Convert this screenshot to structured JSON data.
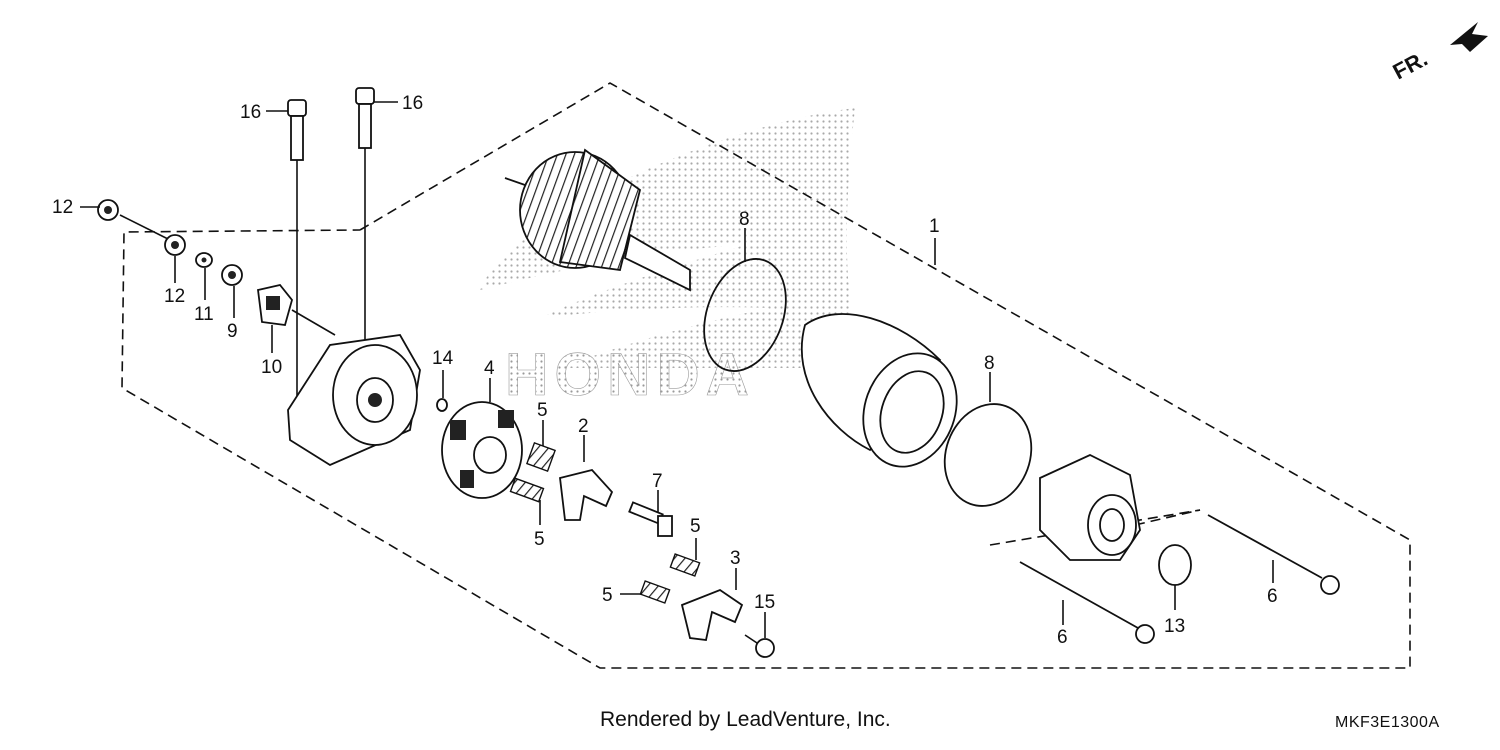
{
  "footer": {
    "credit": "Rendered by LeadVenture, Inc.",
    "code": "MKF3E1300A"
  },
  "direction": {
    "label": "FR."
  },
  "watermark": {
    "text": "HONDA"
  },
  "callouts": [
    {
      "id": "c1",
      "text": "1"
    },
    {
      "id": "c2",
      "text": "2"
    },
    {
      "id": "c3",
      "text": "3"
    },
    {
      "id": "c4",
      "text": "4"
    },
    {
      "id": "c5a",
      "text": "5"
    },
    {
      "id": "c5b",
      "text": "5"
    },
    {
      "id": "c5c",
      "text": "5"
    },
    {
      "id": "c5d",
      "text": "5"
    },
    {
      "id": "c6a",
      "text": "6"
    },
    {
      "id": "c6b",
      "text": "6"
    },
    {
      "id": "c7",
      "text": "7"
    },
    {
      "id": "c8a",
      "text": "8"
    },
    {
      "id": "c8b",
      "text": "8"
    },
    {
      "id": "c9",
      "text": "9"
    },
    {
      "id": "c10",
      "text": "10"
    },
    {
      "id": "c11",
      "text": "11"
    },
    {
      "id": "c12a",
      "text": "12"
    },
    {
      "id": "c12b",
      "text": "12"
    },
    {
      "id": "c13",
      "text": "13"
    },
    {
      "id": "c14",
      "text": "14"
    },
    {
      "id": "c15",
      "text": "15"
    },
    {
      "id": "c16a",
      "text": "16"
    },
    {
      "id": "c16b",
      "text": "16"
    }
  ]
}
